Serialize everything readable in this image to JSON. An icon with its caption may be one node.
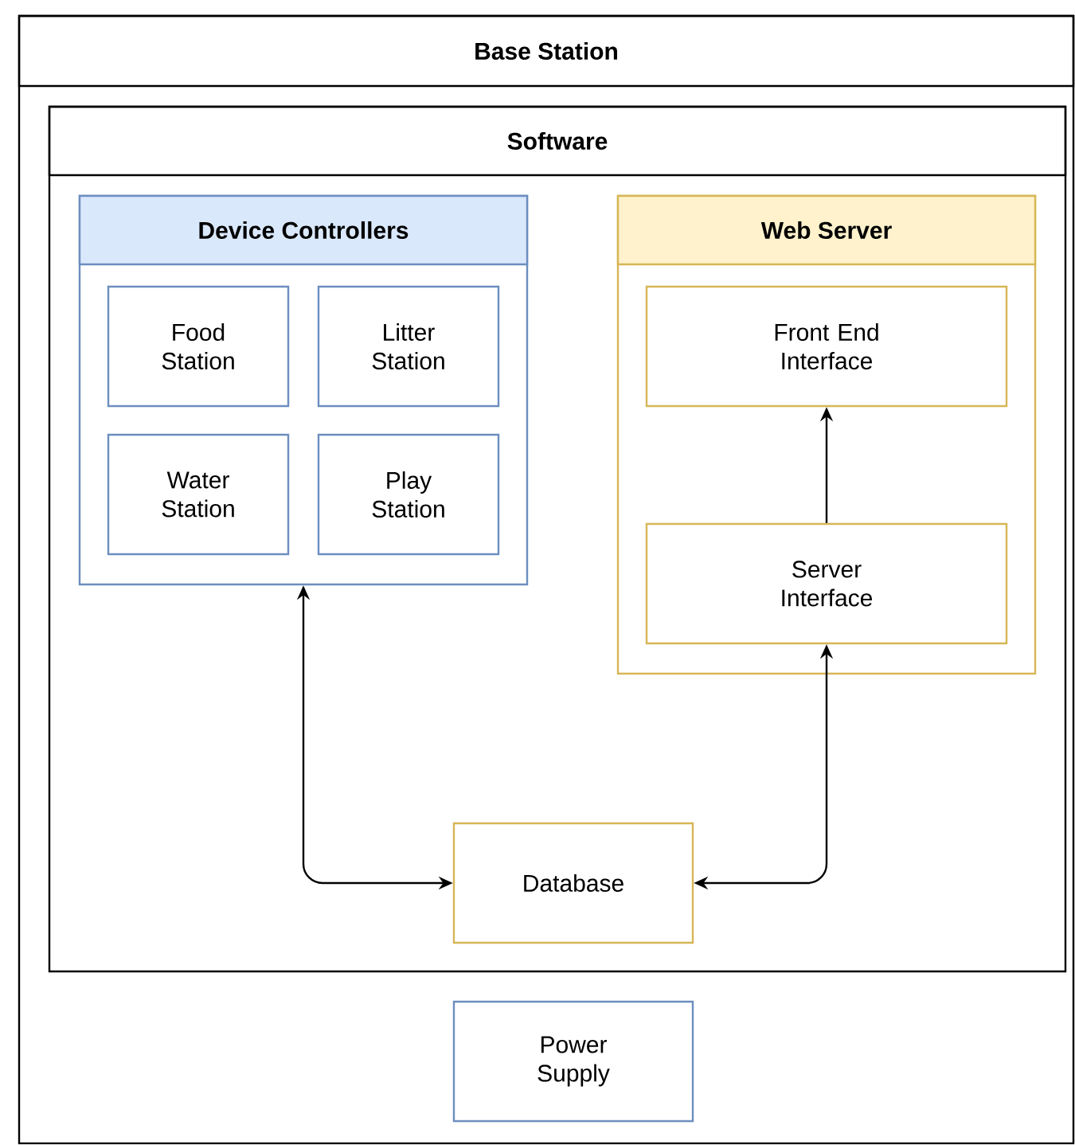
{
  "diagram": {
    "nodes": [
      {
        "text": [
          "Base Station"
        ]
      },
      {
        "text": [
          "Software"
        ],
        "in": 0
      },
      {
        "text": [
          "Device Controllers"
        ],
        "in": 1
      },
      {
        "text": [
          "Food Station"
        ],
        "in": 2
      },
      {
        "text": [
          "Litter Station"
        ],
        "in": 2
      },
      {
        "text": [
          "Water Station"
        ],
        "in": 2
      },
      {
        "text": [
          "Play Station"
        ],
        "in": 2
      },
      {
        "text": [
          "Web Server"
        ],
        "in": 1
      },
      {
        "text": [
          "Front End Interface"
        ],
        "in": 7
      },
      {
        "text": [
          "Server Interface"
        ],
        "in": 7
      },
      {
        "text": [
          "Database"
        ],
        "in": 1
      },
      {
        "text": [
          "Power Supply"
        ],
        "in": 0
      }
    ],
    "edges": [
      {
        "from": 9,
        "to": 8,
        "arrow": "to"
      },
      {
        "from": 2,
        "to": 10,
        "arrow": "both"
      },
      {
        "from": 10,
        "to": 9,
        "arrow": "both"
      }
    ]
  }
}
